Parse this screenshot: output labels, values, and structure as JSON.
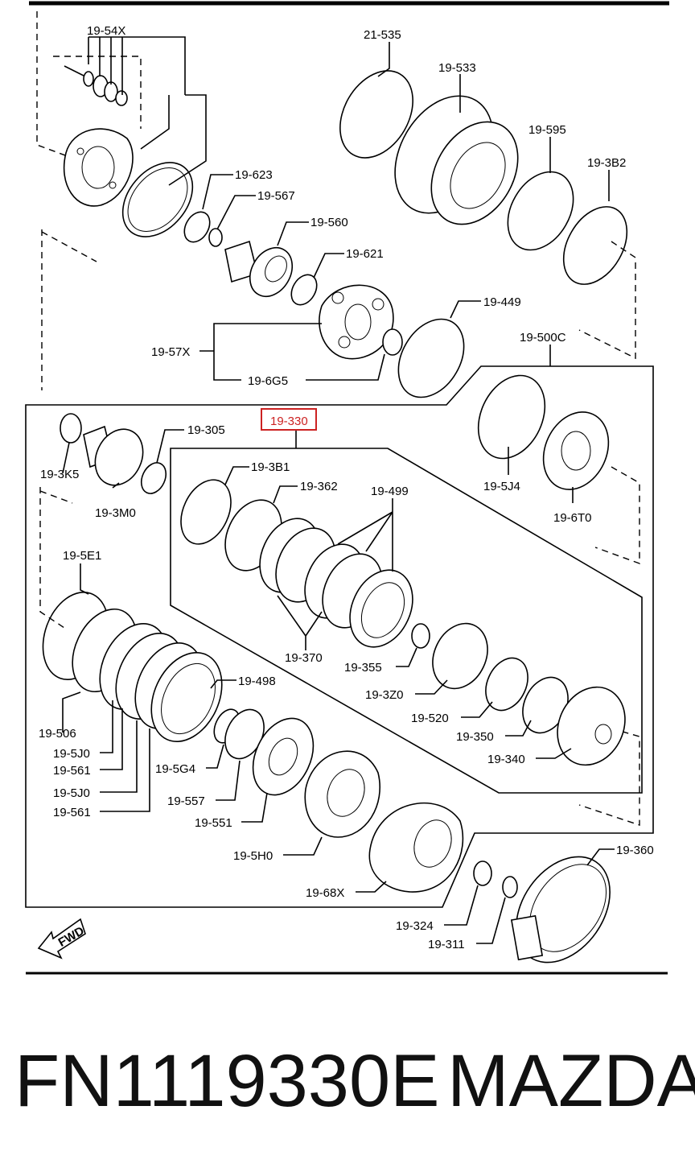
{
  "labels": {
    "l_19_54X": "19-54X",
    "l_21_535": "21-535",
    "l_19_533": "19-533",
    "l_19_595": "19-595",
    "l_19_3B2": "19-3B2",
    "l_19_623": "19-623",
    "l_19_567": "19-567",
    "l_19_560": "19-560",
    "l_19_621": "19-621",
    "l_19_449": "19-449",
    "l_19_57X": "19-57X",
    "l_19_6G5": "19-6G5",
    "l_19_500C": "19-500C",
    "l_19_330": "19-330",
    "l_19_305": "19-305",
    "l_19_3K5": "19-3K5",
    "l_19_3M0": "19-3M0",
    "l_19_3B1": "19-3B1",
    "l_19_362": "19-362",
    "l_19_499": "19-499",
    "l_19_5J4": "19-5J4",
    "l_19_6T0": "19-6T0",
    "l_19_5E1": "19-5E1",
    "l_19_370": "19-370",
    "l_19_355": "19-355",
    "l_19_3Z0": "19-3Z0",
    "l_19_520": "19-520",
    "l_19_350": "19-350",
    "l_19_340": "19-340",
    "l_19_498": "19-498",
    "l_19_506": "19-506",
    "l_19_5J0_a": "19-5J0",
    "l_19_561_a": "19-561",
    "l_19_5J0_b": "19-5J0",
    "l_19_561_b": "19-561",
    "l_19_5G4": "19-5G4",
    "l_19_557": "19-557",
    "l_19_551": "19-551",
    "l_19_5H0": "19-5H0",
    "l_19_68X": "19-68X",
    "l_19_360": "19-360",
    "l_19_324": "19-324",
    "l_19_311": "19-311",
    "fwd": "FWD"
  },
  "highlight_color": "#cc2222",
  "footer": {
    "part_number": "FN1119330E",
    "brand": "MAZDA"
  }
}
